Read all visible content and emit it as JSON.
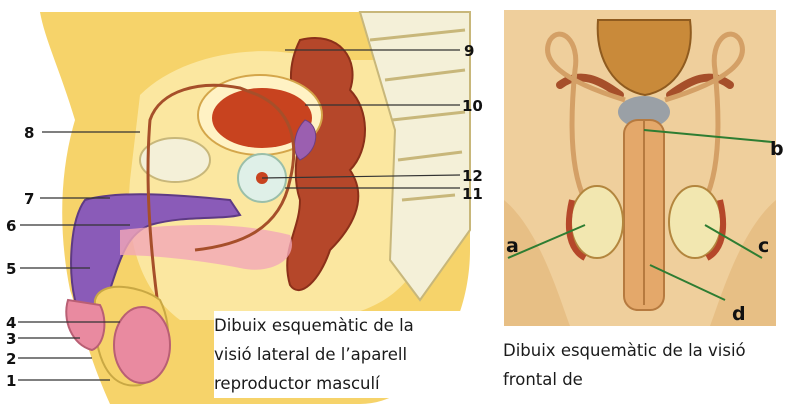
{
  "lateral_view": {
    "number_labels": [
      "1",
      "2",
      "3",
      "4",
      "5",
      "6",
      "7",
      "8",
      "9",
      "10",
      "11",
      "12"
    ],
    "caption_lines": [
      "Dibuix esquemàtic de la",
      "visió lateral de l’aparell",
      "reproductor masculí"
    ]
  },
  "frontal_view": {
    "letter_labels": [
      "a",
      "b",
      "c",
      "d"
    ],
    "caption_lines": [
      "Dibuix esquemàtic de la visió",
      "frontal de"
    ]
  },
  "colors": {
    "skin": "#f6d36a",
    "skin_light": "#fbe7a0",
    "bladder": "#c8431f",
    "rectum": "#b5472a",
    "penis": "#8a5bb8",
    "testis": "#e98aa0",
    "bone": "#f4f0d8",
    "frontal_bg": "#efcf9c",
    "leader_lines": "#2e7d32"
  }
}
